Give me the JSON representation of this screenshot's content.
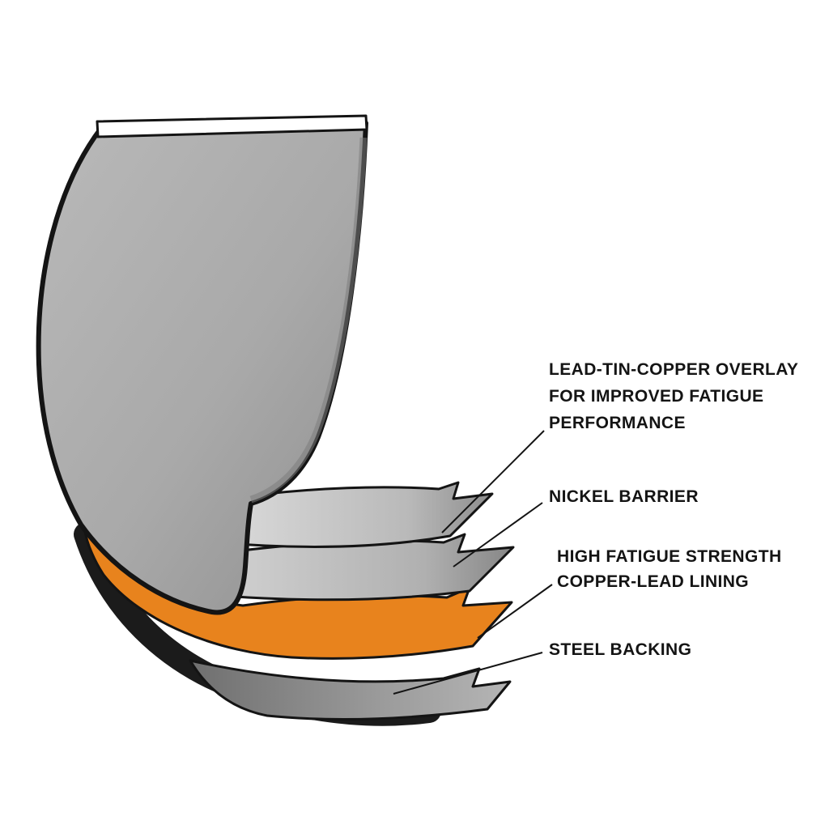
{
  "diagram": {
    "labels": [
      {
        "text": "LEAD-TIN-COPPER OVERLAY\nFOR IMPROVED FATIGUE\nPERFORMANCE",
        "target": "overlay-layer"
      },
      {
        "text": "NICKEL BARRIER",
        "target": "nickel-barrier-layer"
      },
      {
        "text": "HIGH FATIGUE STRENGTH\nCOPPER-LEAD LINING",
        "target": "copper-lead-lining-layer"
      },
      {
        "text": "STEEL BACKING",
        "target": "steel-backing-layer"
      }
    ],
    "colors": {
      "copper_lead_lining": "#E8831D",
      "shell_gray": "#ACACAC",
      "band_gray_light": "#D6D6D6",
      "outline_black": "#141414",
      "background": "#FFFFFF"
    }
  }
}
